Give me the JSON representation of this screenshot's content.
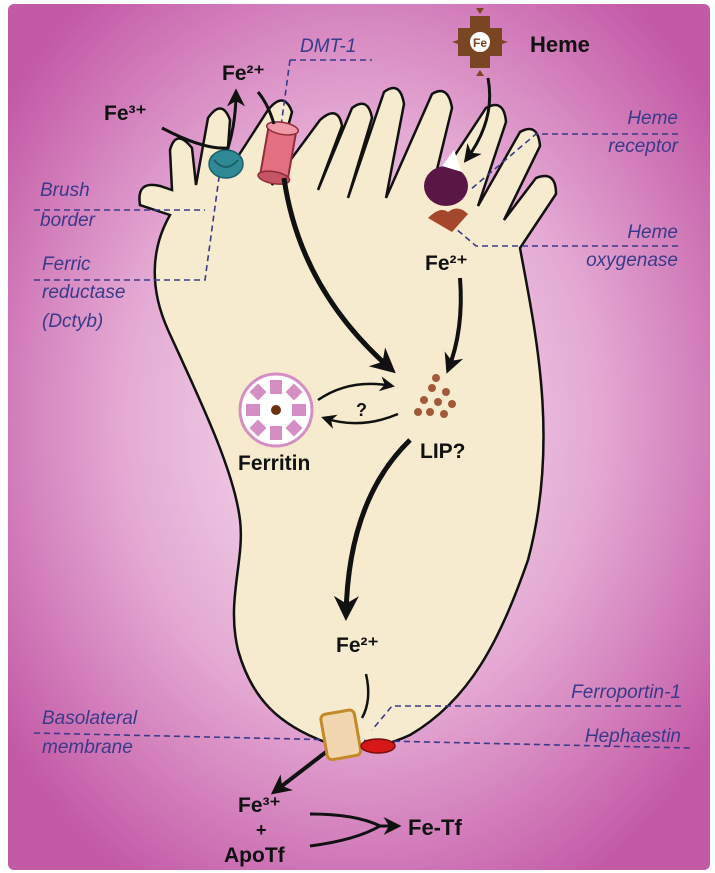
{
  "colors": {
    "background_center": "#f6e6f2",
    "background_edge": "#c35aa6",
    "cell_fill": "#f7ebcf",
    "leader_line": "#3a3a8a",
    "heme_brown": "#7a4522",
    "dmt1_pink": "#e36f80",
    "ferric_reductase_teal": "#2f8a96",
    "heme_receptor_purple": "#5a1746",
    "heme_oxygenase_brown": "#a5472a",
    "ferroportin_tan": "#f2d6b0",
    "hephaestin_red": "#d61818",
    "ferritin_pink": "#d58ec4"
  },
  "labels": {
    "heme": "Heme",
    "heme_core": "Fe",
    "fe2_top": "Fe²⁺",
    "fe3_top": "Fe³⁺",
    "fe2_heme": "Fe²⁺",
    "fe2_basal": "Fe²⁺",
    "fe3_bottom": "Fe³⁺",
    "plus": "+",
    "apotf": "ApoTf",
    "fe_tf": "Fe-Tf",
    "ferritin": "Ferritin",
    "lip": "LIP?",
    "question": "?"
  },
  "annotations": {
    "dmt1": "DMT-1",
    "heme_receptor": [
      "Heme",
      "receptor"
    ],
    "brush_border": [
      "Brush",
      "border"
    ],
    "heme_oxygenase": [
      "Heme",
      "oxygenase"
    ],
    "ferric_reductase": [
      "Ferric",
      "reductase",
      "(Dctyb)"
    ],
    "ferroportin": "Ferroportin-1",
    "basolateral": [
      "Basolateral",
      "membrane"
    ],
    "hephaestin": "Hephaestin"
  },
  "icons": [
    "heme-icon",
    "dmt1-transporter-icon",
    "ferric-reductase-icon",
    "heme-receptor-icon",
    "heme-oxygenase-icon",
    "ferritin-icon",
    "lip-dots-icon",
    "ferroportin-icon",
    "hephaestin-icon"
  ]
}
